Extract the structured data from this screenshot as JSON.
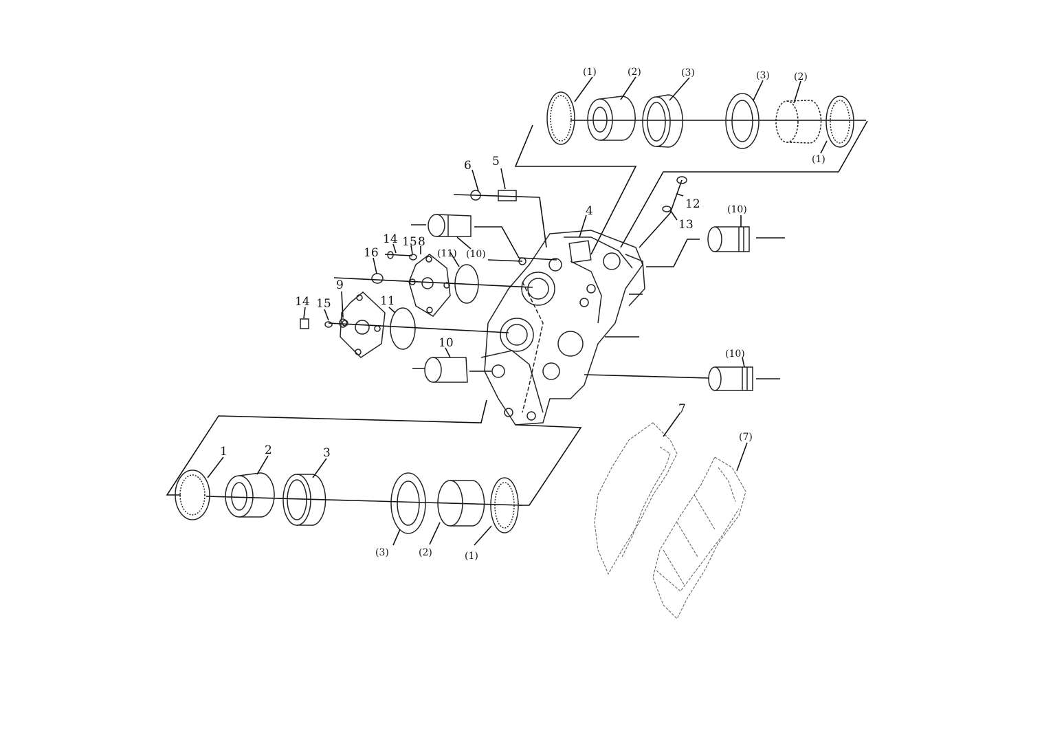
{
  "labels": {
    "tr1": "(1)",
    "tr2": "(2)",
    "tr3": "(3)",
    "tr4": "(3)",
    "tr5": "(2)",
    "tr6": "(1)",
    "n6": "6",
    "n5": "5",
    "n12": "12",
    "n13": "13",
    "n4": "4",
    "n10a": "(10)",
    "n10b": "(10)",
    "n10c": "(10)",
    "n11a": "(11)",
    "n14a": "14",
    "n15a": "15",
    "n8": "8",
    "n16": "16",
    "n14b": "14",
    "n15b": "15",
    "n9": "9",
    "n11b": "11",
    "n10d": "10",
    "b1": "1",
    "b2": "2",
    "b3": "3",
    "b4": "(3)",
    "b5": "(2)",
    "b6": "(1)",
    "n7a": "7",
    "n7b": "(7)"
  }
}
